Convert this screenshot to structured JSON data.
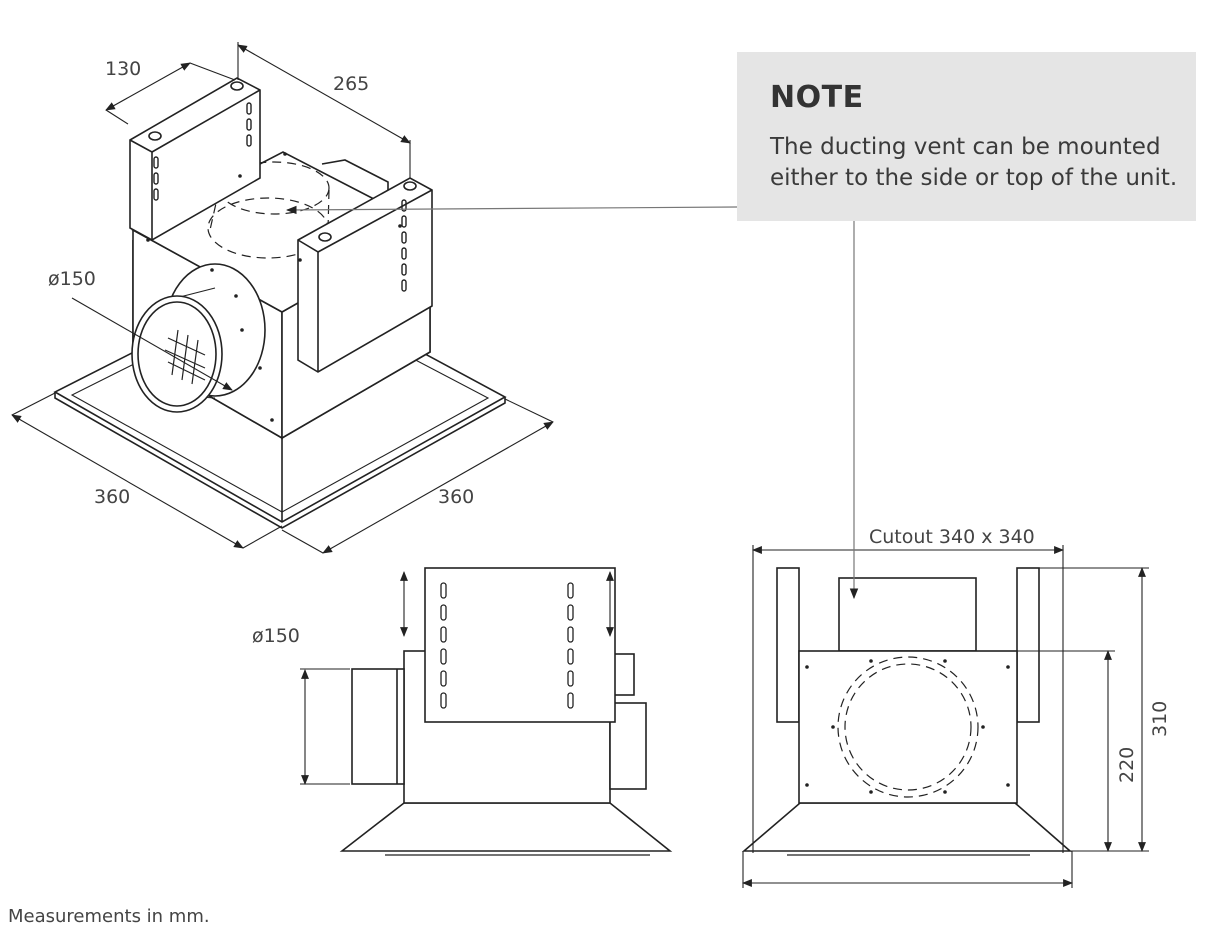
{
  "note": {
    "title": "NOTE",
    "text": "The ducting vent can be mounted either to the side or top of the unit."
  },
  "dimensions": {
    "bracket_depth": "130",
    "bracket_span": "265",
    "duct_diameter_iso": "ø150",
    "base_width_left": "360",
    "base_width_right": "360",
    "duct_diameter_side": "ø150",
    "cutout": "Cutout 340 x 340",
    "height_body": "220",
    "height_total": "310"
  },
  "footnote": "Measurements in mm."
}
